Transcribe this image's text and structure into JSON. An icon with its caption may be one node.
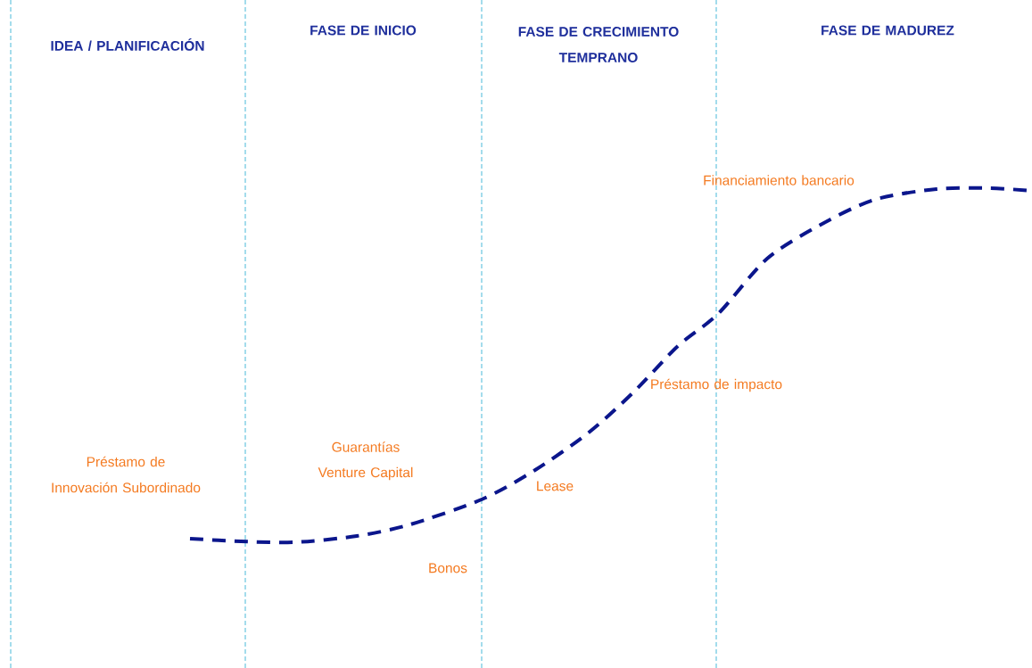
{
  "diagram": {
    "labels": [
      "IDEA / PLANIFICACIÓN",
      "FASE DE INICIO",
      "FASE DE CRECIMIENTO TEMPRANO",
      "FASE DE MADUREZ",
      "Financiamiento bancario",
      "Préstamo de impacto",
      "Préstamo de Innovación Subordinado",
      "Guarantías",
      "Venture Capital",
      "Lease",
      "Bonos"
    ]
  }
}
